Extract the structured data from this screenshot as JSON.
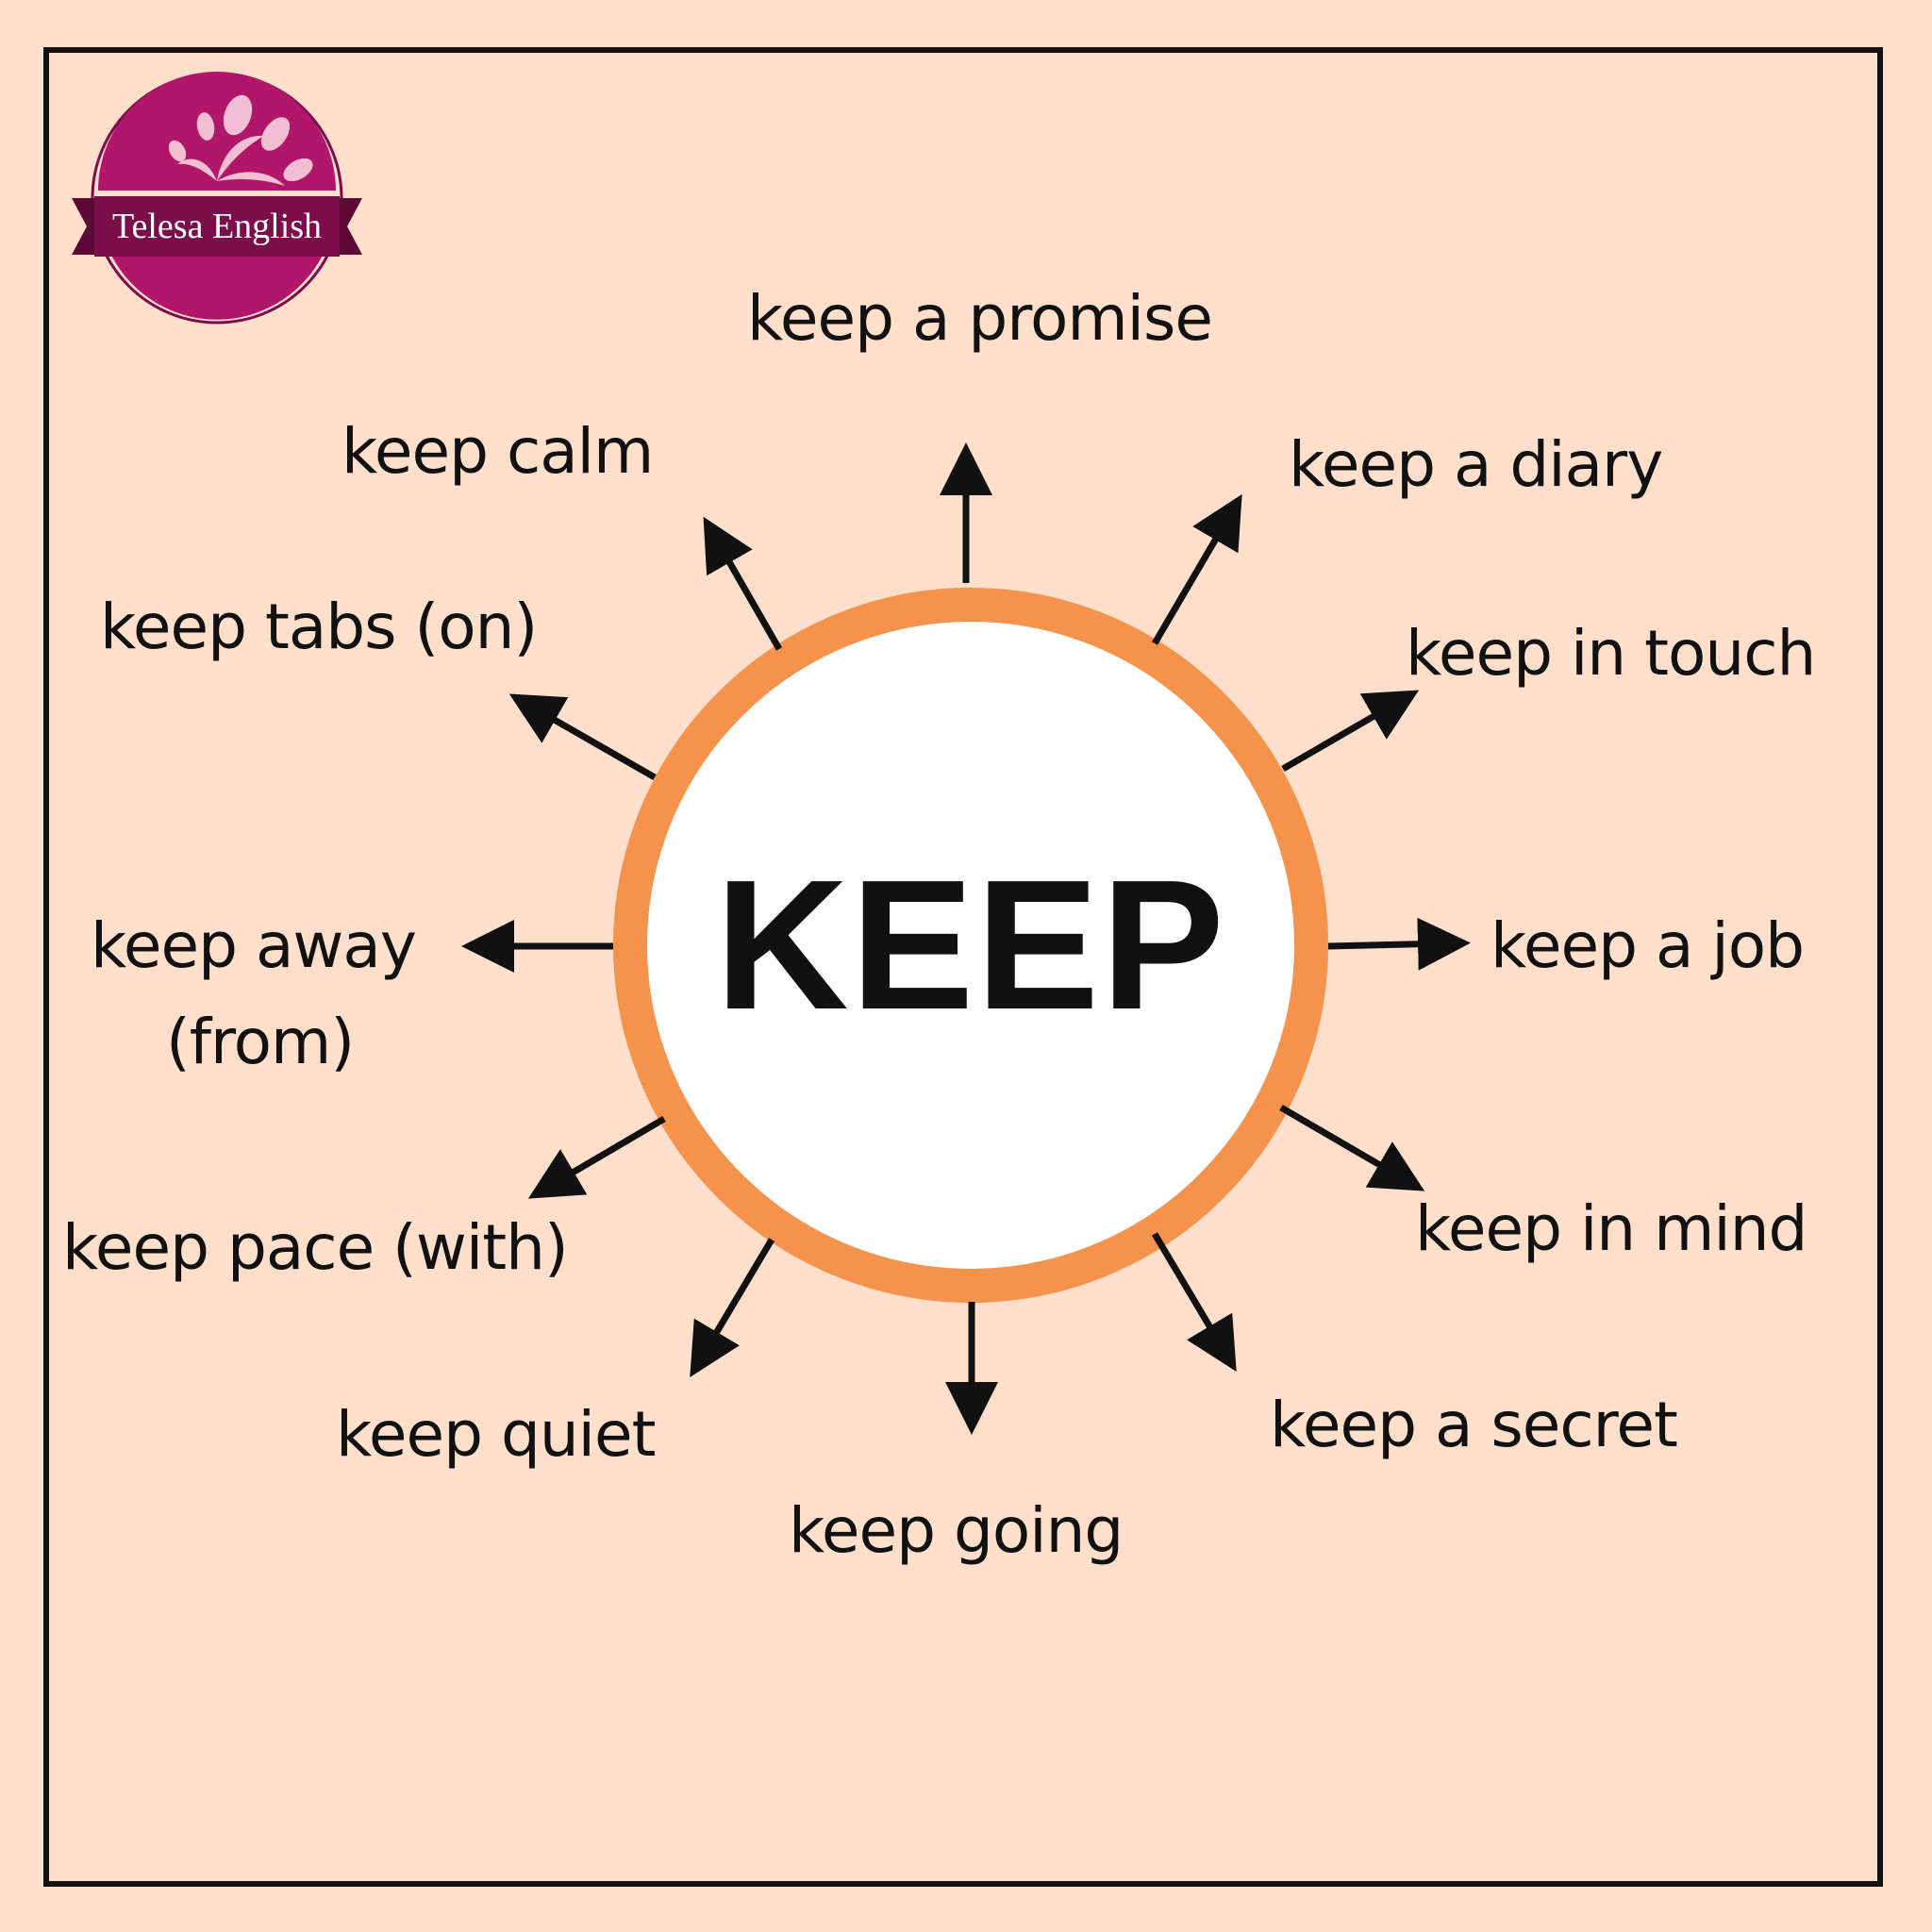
{
  "logo": {
    "text": "Telesa English",
    "colors": {
      "circle": "#b0176b",
      "ribbon": "#7c0d4b",
      "ring": "#7c0d4b"
    }
  },
  "center": {
    "word": "KEEP",
    "ring_color": "#f5924c",
    "fill_color": "#ffffff"
  },
  "phrases": {
    "promise": "keep a promise",
    "diary": "keep a diary",
    "touch": "keep in touch",
    "job": "keep a job",
    "mind": "keep in mind",
    "secret": "keep a secret",
    "going": "keep going",
    "quiet": "keep quiet",
    "pace": "keep pace (with)",
    "away_line1": "keep away",
    "away_line2": "(from)",
    "tabs": "keep tabs (on)",
    "calm": "keep calm"
  },
  "colors": {
    "background": "#fddfcb",
    "text": "#111111",
    "border": "#111111"
  }
}
